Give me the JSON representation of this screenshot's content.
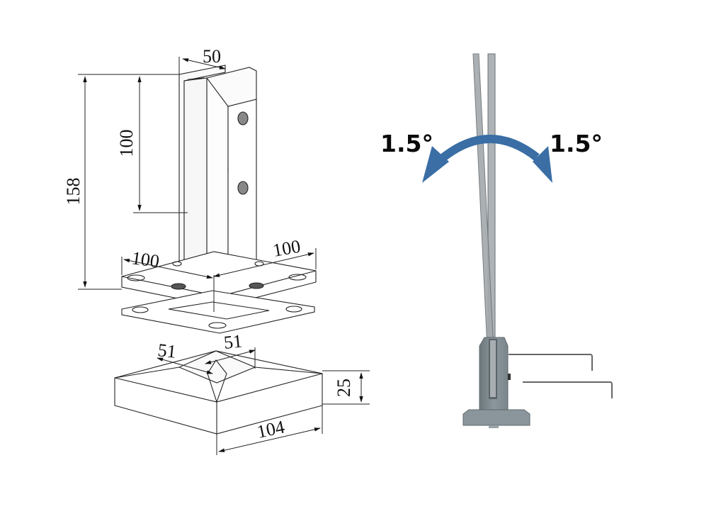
{
  "drawing": {
    "title": "Glass spigot clamp dimensional drawing",
    "units": "mm",
    "dimensions": {
      "total_height": "158",
      "clamp_height": "100",
      "clamp_width": "50",
      "base_left_width": "100",
      "base_right_width": "100",
      "cover_top_left": "51",
      "cover_top_right": "51",
      "cover_height": "25",
      "cover_width": "104"
    },
    "components": [
      "spigot-body",
      "base-plate",
      "gasket",
      "cover-cap"
    ]
  },
  "tilt": {
    "left_angle": "1.5°",
    "right_angle": "1.5°",
    "arrow_color": "#3a6ea5",
    "glass_color": "#a7acb0",
    "spigot_color": "#7f8b90",
    "parts": [
      "glass-panel",
      "spigot",
      "allen-key-upper",
      "allen-key-lower"
    ]
  }
}
